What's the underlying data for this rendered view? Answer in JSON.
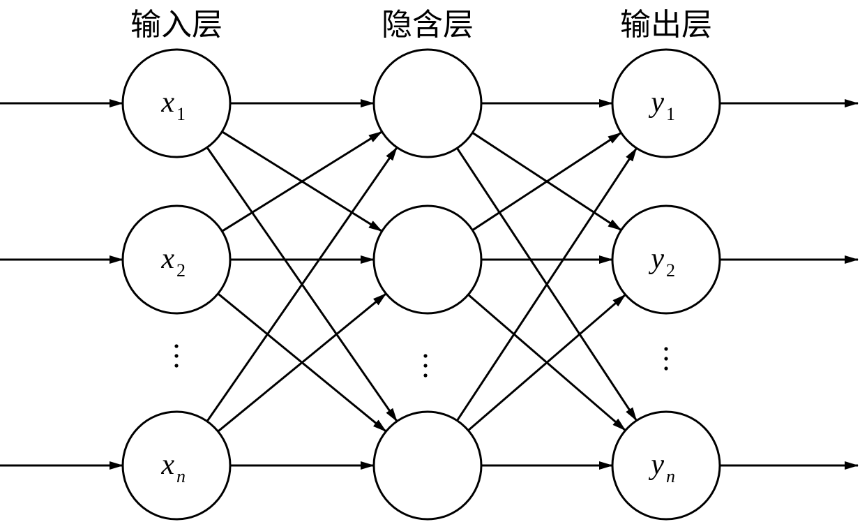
{
  "layers": [
    {
      "title": "输入层",
      "nodes": [
        {
          "var": "x",
          "sub": "1",
          "sub_italic": false
        },
        {
          "var": "x",
          "sub": "2",
          "sub_italic": false
        },
        {
          "ellipsis": true
        },
        {
          "var": "x",
          "sub": "n",
          "sub_italic": true
        }
      ]
    },
    {
      "title": "隐含层",
      "nodes": [
        {
          "var": "",
          "sub": ""
        },
        {
          "var": "",
          "sub": ""
        },
        {
          "ellipsis": true
        },
        {
          "var": "",
          "sub": ""
        }
      ]
    },
    {
      "title": "输出层",
      "nodes": [
        {
          "var": "y",
          "sub": "1",
          "sub_italic": false
        },
        {
          "var": "y",
          "sub": "2",
          "sub_italic": false
        },
        {
          "ellipsis": true
        },
        {
          "var": "y",
          "sub": "n",
          "sub_italic": true
        }
      ]
    }
  ],
  "connections": "fully-connected"
}
